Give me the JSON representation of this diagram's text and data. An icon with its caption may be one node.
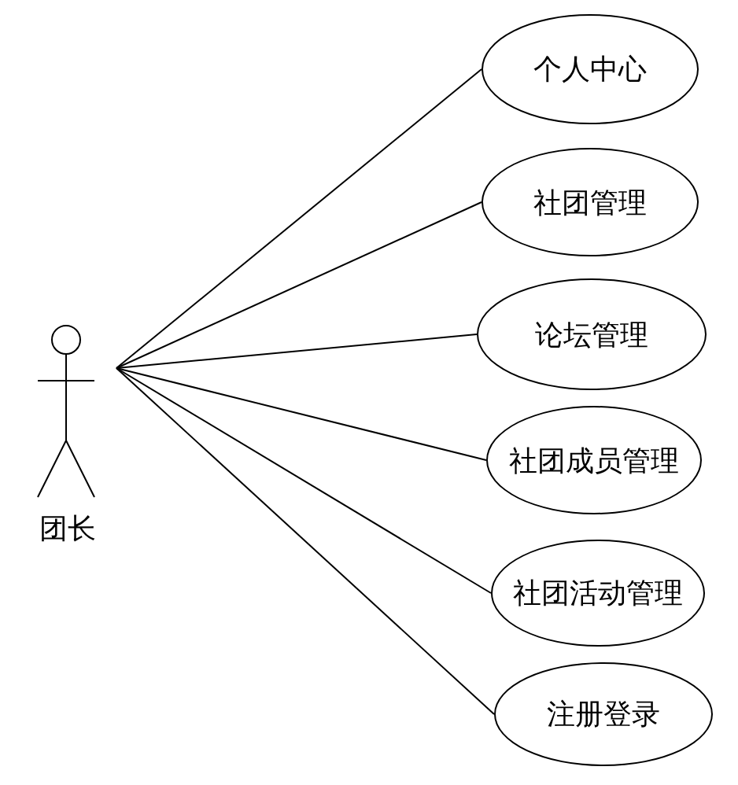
{
  "diagram": {
    "nodes": [
      {
        "text": [
          "团长"
        ]
      },
      {
        "text": [
          "个人中心"
        ]
      },
      {
        "text": [
          "社团管理"
        ]
      },
      {
        "text": [
          "论坛管理"
        ]
      },
      {
        "text": [
          "社团成员管理"
        ]
      },
      {
        "text": [
          "社团活动管理"
        ]
      },
      {
        "text": [
          "注册登录"
        ]
      }
    ],
    "edges": [
      {
        "from": 0,
        "to": 1,
        "arrow": "none"
      },
      {
        "from": 0,
        "to": 2,
        "arrow": "none"
      },
      {
        "from": 0,
        "to": 3,
        "arrow": "none"
      },
      {
        "from": 0,
        "to": 4,
        "arrow": "none"
      },
      {
        "from": 0,
        "to": 5,
        "arrow": "none"
      },
      {
        "from": 0,
        "to": 6,
        "arrow": "none"
      }
    ]
  }
}
